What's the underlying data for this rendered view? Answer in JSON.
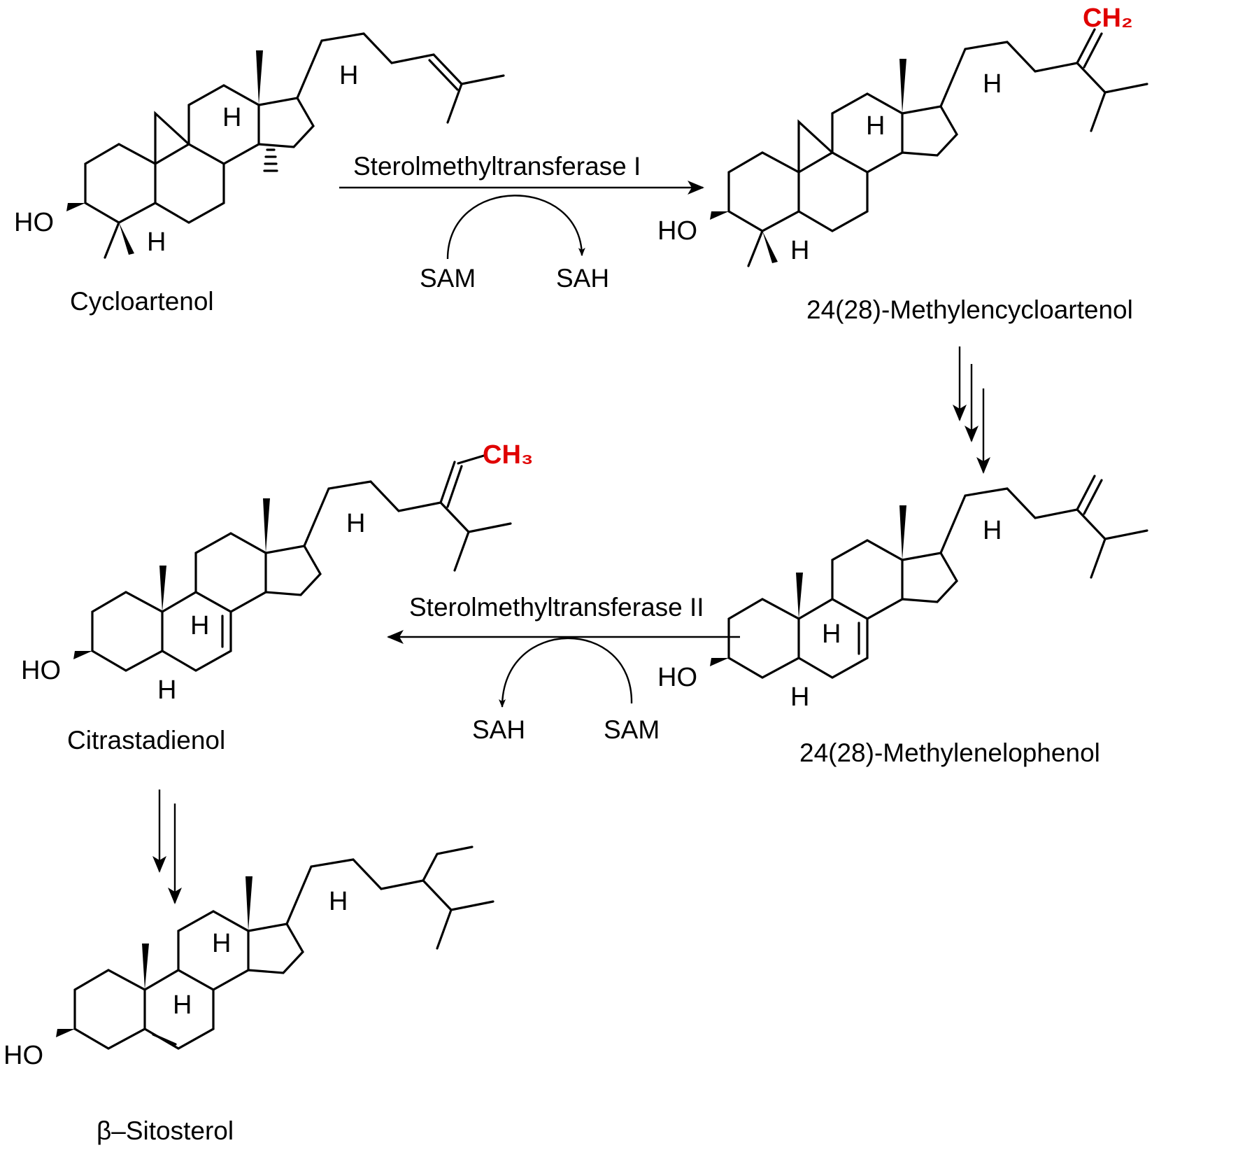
{
  "compounds": {
    "cycloartenol": {
      "name": "Cycloartenol"
    },
    "methylenecycloartenol": {
      "name": "24(28)-Methylencycloartenol",
      "highlight": "CH₂"
    },
    "methylenelophenol": {
      "name": "24(28)-Methylenelophenol"
    },
    "citrastadienol": {
      "name": "Citrastadienol",
      "highlight": "CH₃"
    },
    "sitosterol": {
      "name": "β–Sitosterol"
    }
  },
  "reactions": {
    "smt1": {
      "enzyme": "Sterolmethyltransferase I",
      "cofactor_in": "SAM",
      "cofactor_out": "SAH"
    },
    "smt2": {
      "enzyme": "Sterolmethyltransferase II",
      "cofactor_in": "SAM",
      "cofactor_out": "SAH"
    }
  },
  "atoms": {
    "ho": "HO",
    "h": "H"
  },
  "colors": {
    "highlight": "#e00000",
    "ink": "#000000"
  }
}
